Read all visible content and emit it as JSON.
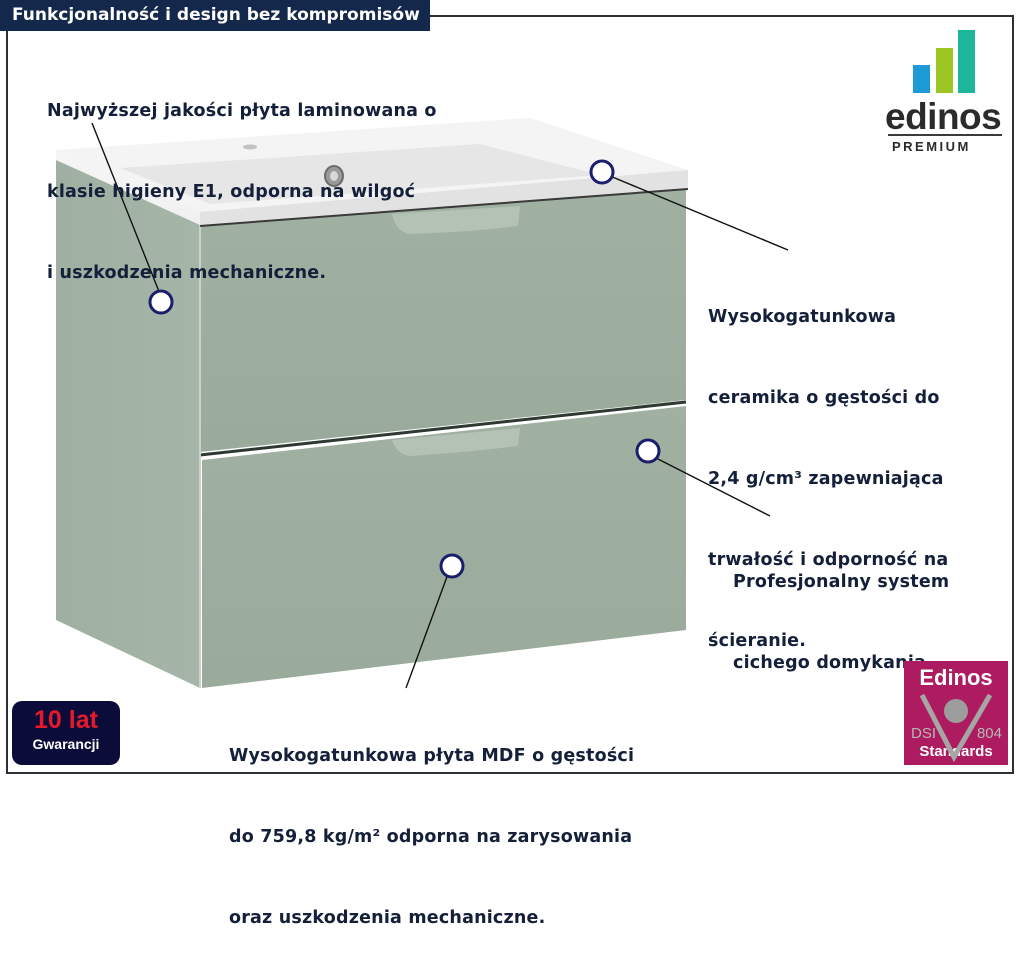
{
  "banner": {
    "title": "Funkcjonalność i design bez kompromisów"
  },
  "features": {
    "laminate": {
      "lines": [
        "Najwyższej jakości płyta laminowana o",
        "klasie higieny E1, odporna na wilgoć",
        "i uszkodzenia mechaniczne."
      ]
    },
    "ceramic": {
      "lines": [
        "Wysokogatunkowa",
        "ceramika o gęstości do",
        "2,4 g/cm³ zapewniająca",
        "trwałość i odporność na",
        "ścieranie."
      ]
    },
    "soft_close": {
      "lines": [
        "Profesjonalny system",
        "cichego domykania."
      ]
    },
    "mdf": {
      "lines": [
        "Wysokogatunkowa płyta MDF o gęstości",
        "do 759,8 kg/m² odporna na zarysowania",
        "oraz uszkodzenia mechaniczne."
      ]
    }
  },
  "brand_logo": {
    "word": "edinos",
    "subtitle": "PREMIUM",
    "bar_colors": [
      "#1e9ad6",
      "#9cc624",
      "#1db59c"
    ]
  },
  "warranty_badge": {
    "years": "10 lat",
    "label": "Gwarancji"
  },
  "standards_badge": {
    "title": "Edinos",
    "left_code": "DSI",
    "right_code": "804",
    "footer": "Standards"
  },
  "colors": {
    "banner_bg": "#14284b",
    "text": "#14203a",
    "cabinet_green": "#9fae9f",
    "marker_ring": "#1a1f6b",
    "warranty_bg": "#0c0c3a",
    "warranty_accent": "#e8182b",
    "standards_bg": "#ad1c61"
  }
}
